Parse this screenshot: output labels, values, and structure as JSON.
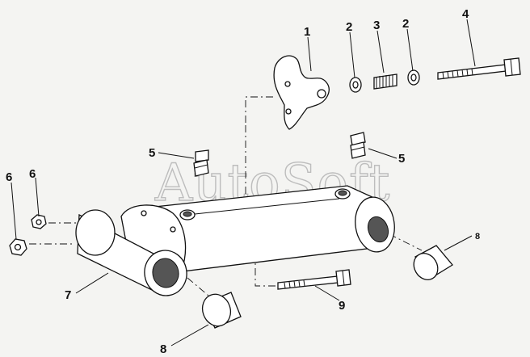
{
  "watermark": "AutoSoft",
  "callouts": [
    {
      "id": "c1",
      "label": "1"
    },
    {
      "id": "c2a",
      "label": "2"
    },
    {
      "id": "c3",
      "label": "3"
    },
    {
      "id": "c2b",
      "label": "2"
    },
    {
      "id": "c4",
      "label": "4"
    },
    {
      "id": "c5a",
      "label": "5"
    },
    {
      "id": "c5b",
      "label": "5"
    },
    {
      "id": "c6a",
      "label": "6"
    },
    {
      "id": "c6b",
      "label": "6"
    },
    {
      "id": "c7",
      "label": "7"
    },
    {
      "id": "c8a",
      "label": "8"
    },
    {
      "id": "c8b",
      "label": "8"
    },
    {
      "id": "c9",
      "label": "9"
    }
  ]
}
